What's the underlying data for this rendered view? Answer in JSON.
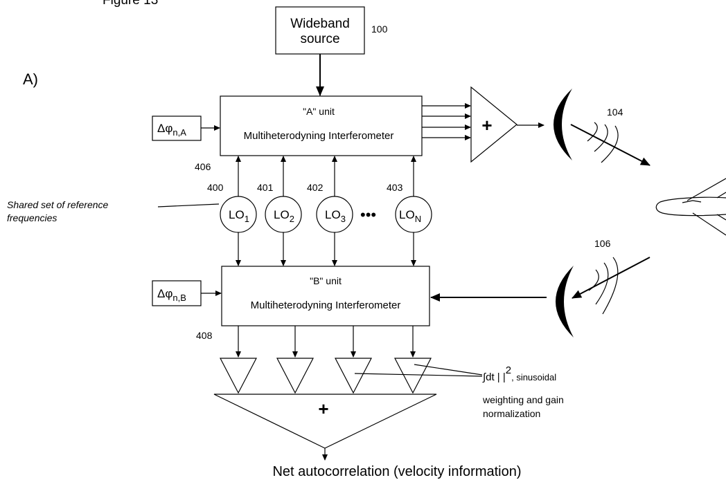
{
  "figure": {
    "title": "Figure 13",
    "panel": "A)"
  },
  "source": {
    "line1": "Wideband",
    "line2": "source",
    "ref": "100"
  },
  "unit_a": {
    "title": "\"A\" unit",
    "subtitle": "Multiheterodyning Interferometer",
    "ref": "406"
  },
  "unit_b": {
    "title": "\"B\" unit",
    "subtitle": "Multiheterodyning Interferometer",
    "ref": "408"
  },
  "phase_a": {
    "symbol": "Δφ",
    "sub": "n,A"
  },
  "phase_b": {
    "symbol": "Δφ",
    "sub": "n,B"
  },
  "shared_label": {
    "line1": "Shared set of reference",
    "line2": "frequencies"
  },
  "oscillators": [
    {
      "base": "LO",
      "sub": "1",
      "ref": "400"
    },
    {
      "base": "LO",
      "sub": "2",
      "ref": "401"
    },
    {
      "base": "LO",
      "sub": "3",
      "ref": "402"
    },
    {
      "base": "LO",
      "sub": "N",
      "ref": "403"
    }
  ],
  "ellipsis": "•••",
  "summer": {
    "symbol": "+"
  },
  "transmit_ref": "104",
  "receive_ref": "106",
  "integrator": {
    "expr": "∫dt | |",
    "exp": "2",
    "suffix": ", sinusoidal",
    "line2": "weighting and gain",
    "line3": "normalization"
  },
  "output": {
    "label": "Net autocorrelation (velocity information)"
  },
  "icons": [
    "dish-antenna-icon",
    "aircraft-icon",
    "amplifier-triangle-icon",
    "summing-amplifier-icon"
  ]
}
